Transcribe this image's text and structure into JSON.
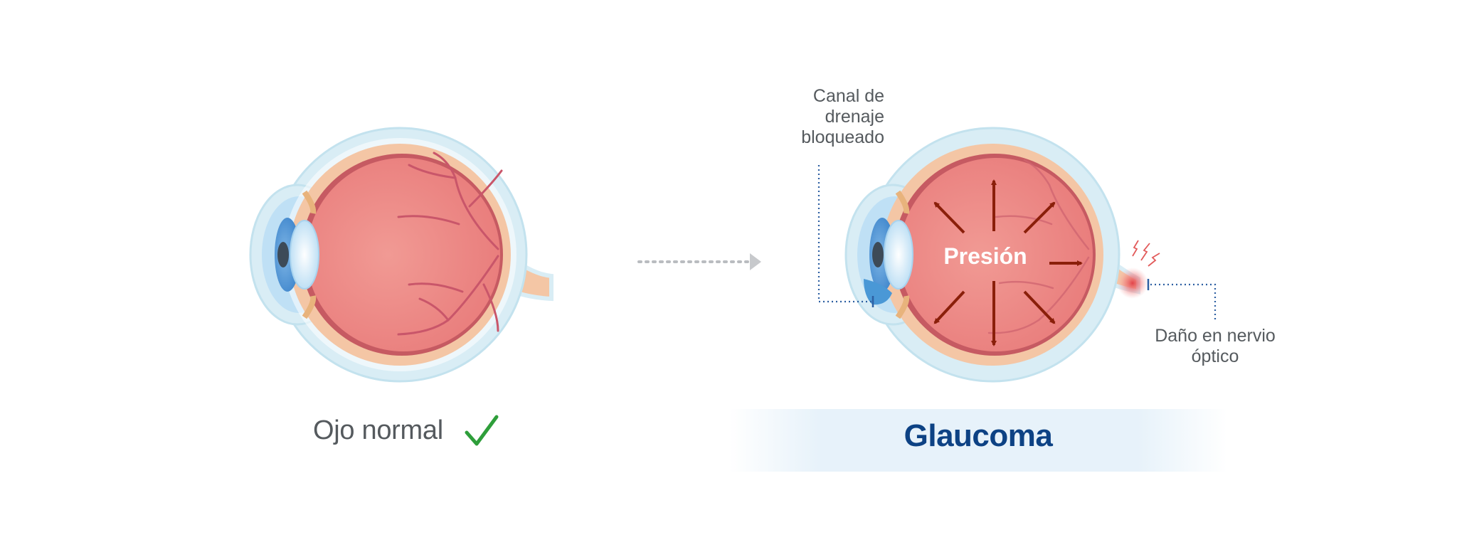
{
  "normal": {
    "label": "Ojo normal",
    "check_icon": "checkmark-icon",
    "check_color": "#2e9e3a"
  },
  "glaucoma": {
    "title": "Glaucoma",
    "pressure_label": "Presión",
    "drainage_label": [
      "Canal de",
      "drenaje",
      "bloqueado"
    ],
    "nerve_label": [
      "Daño en nervio",
      "óptico"
    ],
    "title_color": "#0d4284",
    "arrow_color": "#8a1f0a"
  },
  "colors": {
    "sclera_outer": "#d9edf5",
    "sclera_border": "#b9dce9",
    "choroid": "#f4c6a5",
    "retina": "#c65a62",
    "vitreous": "#ef8c88",
    "vessel": "#c9566a",
    "iris": "#5f9ed8",
    "cornea": "#bfe0f5"
  }
}
